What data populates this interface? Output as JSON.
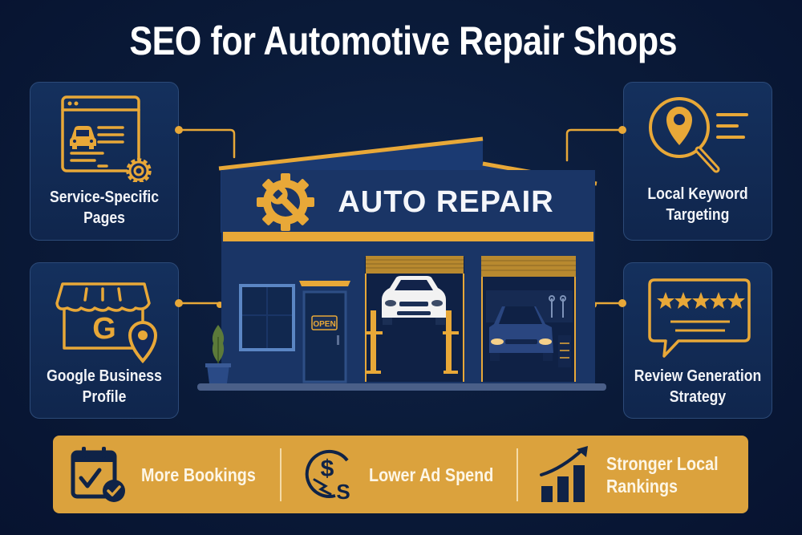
{
  "title": "SEO for Automotive Repair Shops",
  "colors": {
    "background": "#0a1a38",
    "card": "#12295a",
    "accent_gold": "#e8a838",
    "banner": "#dba23d",
    "icon_navy": "#0f2347",
    "text": "#ffffff"
  },
  "cards": [
    {
      "id": "service-specific-pages",
      "label_line1": "Service-Specific",
      "label_line2": "Pages",
      "icon": "web-page-car-gear-icon"
    },
    {
      "id": "local-keyword-targeting",
      "label_line1": "Local Keyword",
      "label_line2": "Targeting",
      "icon": "magnifier-location-pin-icon"
    },
    {
      "id": "google-business-profile",
      "label_line1": "Google Business",
      "label_line2": "Profile",
      "icon": "storefront-google-pin-icon"
    },
    {
      "id": "review-generation-strategy",
      "label_line1": "Review Generation",
      "label_line2": "Strategy",
      "icon": "speech-bubble-five-stars-icon"
    }
  ],
  "shop": {
    "sign_text": "AUTO REPAIR",
    "door_sign": "OPEN",
    "icon": "gear-wrench-icon"
  },
  "benefits": [
    {
      "label_line1": "More Bookings",
      "label_line2": "",
      "icon": "calendar-check-icon"
    },
    {
      "label_line1": "Lower Ad Spend",
      "label_line2": "",
      "icon": "dollar-coin-down-icon"
    },
    {
      "label_line1": "Stronger Local",
      "label_line2": "Rankings",
      "icon": "bar-chart-growth-icon"
    }
  ]
}
